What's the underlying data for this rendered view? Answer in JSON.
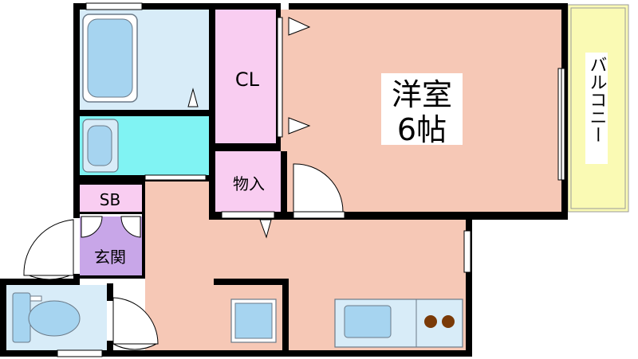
{
  "rooms": {
    "western": {
      "name": "洋室",
      "size": "6帖"
    },
    "closet": "CL",
    "storage": "物入",
    "shoe_box": "SB",
    "entrance": "玄関",
    "balcony": "バルコニー"
  },
  "colors": {
    "wall": "#000000",
    "western_room": "#f6c8b6",
    "corridor": "#f6c8b6",
    "closet": "#f9cdf1",
    "entrance": "#c8a6e8",
    "wet_area": "#d8ecf8",
    "fixture": "#a6d4f0",
    "washroom": "#80f3f3",
    "balcony": "#fafab4",
    "stove": "#7a3a08"
  }
}
